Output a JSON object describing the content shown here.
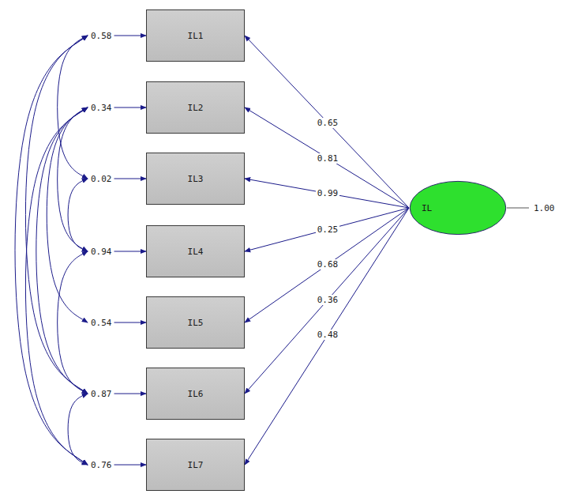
{
  "diagram": {
    "nodes": [
      {
        "text": [
          "IL1"
        ]
      },
      {
        "text": [
          "IL2"
        ]
      },
      {
        "text": [
          "IL3"
        ]
      },
      {
        "text": [
          "IL4"
        ]
      },
      {
        "text": [
          "IL5"
        ]
      },
      {
        "text": [
          "IL6"
        ]
      },
      {
        "text": [
          "IL7"
        ]
      },
      {
        "text": [
          "IL"
        ]
      },
      {
        "text": [
          "0.58"
        ]
      },
      {
        "text": [
          "0.34"
        ]
      },
      {
        "text": [
          "0.02"
        ]
      },
      {
        "text": [
          "0.94"
        ]
      },
      {
        "text": [
          "0.54"
        ]
      },
      {
        "text": [
          "0.87"
        ]
      },
      {
        "text": [
          "0.76"
        ]
      }
    ],
    "edges": [
      {
        "from": 7,
        "to": 0,
        "label": "0.65",
        "arrow": "to"
      },
      {
        "from": 7,
        "to": 1,
        "label": "0.81",
        "arrow": "to"
      },
      {
        "from": 7,
        "to": 2,
        "label": "0.99",
        "arrow": "to"
      },
      {
        "from": 7,
        "to": 3,
        "label": "0.25",
        "arrow": "to"
      },
      {
        "from": 7,
        "to": 4,
        "label": "0.68",
        "arrow": "to"
      },
      {
        "from": 7,
        "to": 5,
        "label": "0.36",
        "arrow": "to"
      },
      {
        "from": 7,
        "to": 6,
        "label": "0.48",
        "arrow": "to"
      },
      {
        "from": 8,
        "to": 0,
        "arrow": "to"
      },
      {
        "from": 9,
        "to": 1,
        "arrow": "to"
      },
      {
        "from": 10,
        "to": 2,
        "arrow": "to"
      },
      {
        "from": 11,
        "to": 3,
        "arrow": "to"
      },
      {
        "from": 12,
        "to": 4,
        "arrow": "to"
      },
      {
        "from": 13,
        "to": 5,
        "arrow": "to"
      },
      {
        "from": 14,
        "to": 6,
        "arrow": "to"
      },
      {
        "from": 8,
        "to": 10,
        "arrow": "both"
      },
      {
        "from": 8,
        "to": 13,
        "arrow": "both"
      },
      {
        "from": 8,
        "to": 14,
        "arrow": "both"
      },
      {
        "from": 9,
        "to": 11,
        "arrow": "both"
      },
      {
        "from": 9,
        "to": 12,
        "arrow": "both"
      },
      {
        "from": 9,
        "to": 13,
        "arrow": "both"
      },
      {
        "from": 9,
        "to": 14,
        "arrow": "both"
      },
      {
        "from": 10,
        "to": 11,
        "arrow": "both"
      },
      {
        "from": 11,
        "to": 13,
        "arrow": "both"
      },
      {
        "from": 13,
        "to": 14,
        "arrow": "both"
      }
    ],
    "labels": [
      "1.00"
    ]
  }
}
